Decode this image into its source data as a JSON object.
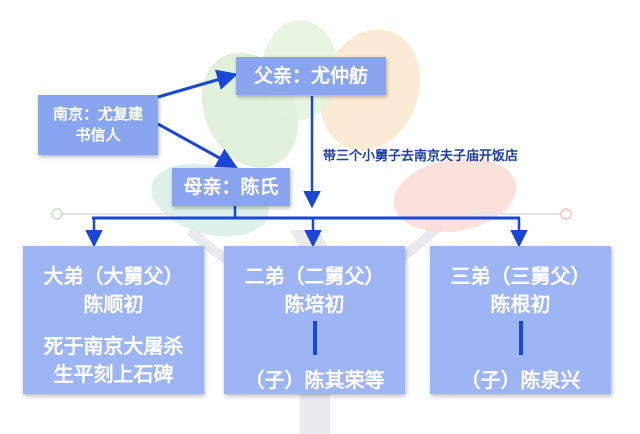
{
  "colors": {
    "line": "#1a47d6",
    "box_top": "#8aa5f0",
    "box_child": "#9db5f4",
    "text": "#ffffff",
    "note_text": "#1f3fa6"
  },
  "nodes": {
    "father": {
      "label": "父亲：尤仲舫"
    },
    "nanjing": {
      "line1": "南京：尤复建",
      "line2": "书信人"
    },
    "mother": {
      "label": "母亲：陈氏"
    }
  },
  "annotation": "带三个小舅子去南京夫子庙开饭店",
  "children": [
    {
      "title": "大弟（大舅父）",
      "name": "陈顺初",
      "note_line1": "死于南京大屠杀",
      "note_line2": "生平刻上石碑"
    },
    {
      "title": "二弟（二舅父）",
      "name": "陈培初",
      "descendant": "（子）陈其荣等"
    },
    {
      "title": "三弟（三舅父）",
      "name": "陈根初",
      "descendant": "（子）陈泉兴"
    }
  ]
}
